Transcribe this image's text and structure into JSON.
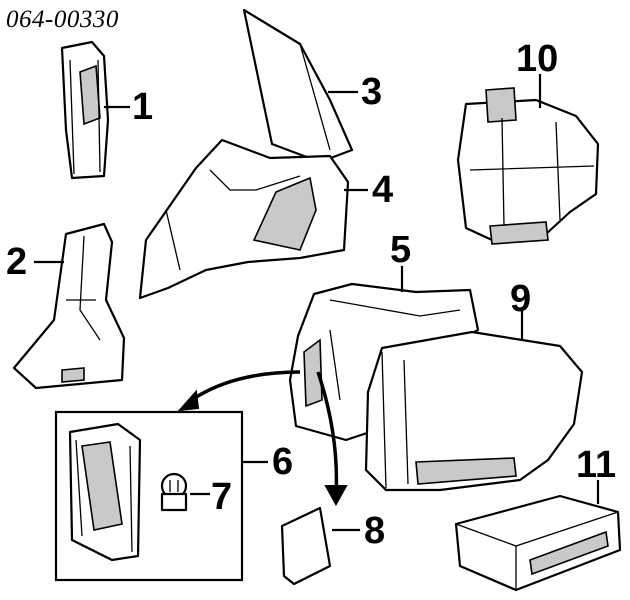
{
  "diagram": {
    "code": "064-00330",
    "callouts": [
      {
        "id": "1",
        "label": "1"
      },
      {
        "id": "2",
        "label": "2"
      },
      {
        "id": "3",
        "label": "3"
      },
      {
        "id": "4",
        "label": "4"
      },
      {
        "id": "5",
        "label": "5"
      },
      {
        "id": "6",
        "label": "6"
      },
      {
        "id": "7",
        "label": "7"
      },
      {
        "id": "8",
        "label": "8"
      },
      {
        "id": "9",
        "label": "9"
      },
      {
        "id": "10",
        "label": "10"
      },
      {
        "id": "11",
        "label": "11"
      }
    ]
  }
}
